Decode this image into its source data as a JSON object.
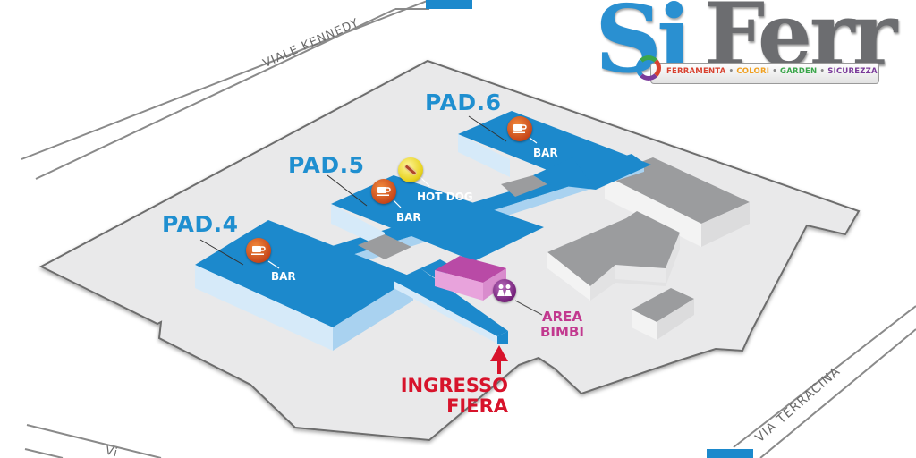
{
  "logo": {
    "brand_part1": "Si",
    "brand_part2": "Ferr",
    "tagline": [
      {
        "text": "FERRAMENTA",
        "color": "#d8412f"
      },
      {
        "text": "COLORI",
        "color": "#f0a020"
      },
      {
        "text": "GARDEN",
        "color": "#3aa64a"
      },
      {
        "text": "SICUREZZA",
        "color": "#7a3a9a"
      }
    ],
    "separator": " • "
  },
  "roads": {
    "north": "VIALE KENNEDY",
    "east": "VIA TERRACINA",
    "south": "Vi"
  },
  "pavilions": [
    {
      "id": "pad4",
      "label": "PAD.4"
    },
    {
      "id": "pad5",
      "label": "PAD.5"
    },
    {
      "id": "pad6",
      "label": "PAD.6"
    }
  ],
  "points_of_interest": [
    {
      "id": "bar-pad4",
      "label": "BAR",
      "icon": "coffee-cup-icon"
    },
    {
      "id": "bar-pad5",
      "label": "BAR",
      "icon": "coffee-cup-icon"
    },
    {
      "id": "hotdog-pad5",
      "label": "HOT DOG",
      "icon": "hot-dog-icon"
    },
    {
      "id": "bar-pad6",
      "label": "BAR",
      "icon": "coffee-cup-icon"
    },
    {
      "id": "area-bimbi",
      "label_line1": "AREA",
      "label_line2": "BIMBI",
      "icon": "children-icon"
    }
  ],
  "entrance": {
    "line1": "INGRESSO",
    "line2": "FIERA",
    "icon": "arrow-up-icon"
  },
  "colors": {
    "pavilion_blue": "#1c89cc",
    "pavilion_side": "#cfe6f7",
    "site_ground": "#e9e9ea",
    "building_grey": "#9b9c9e",
    "kids_pink": "#c2398f",
    "entrance_red": "#d7132b"
  }
}
